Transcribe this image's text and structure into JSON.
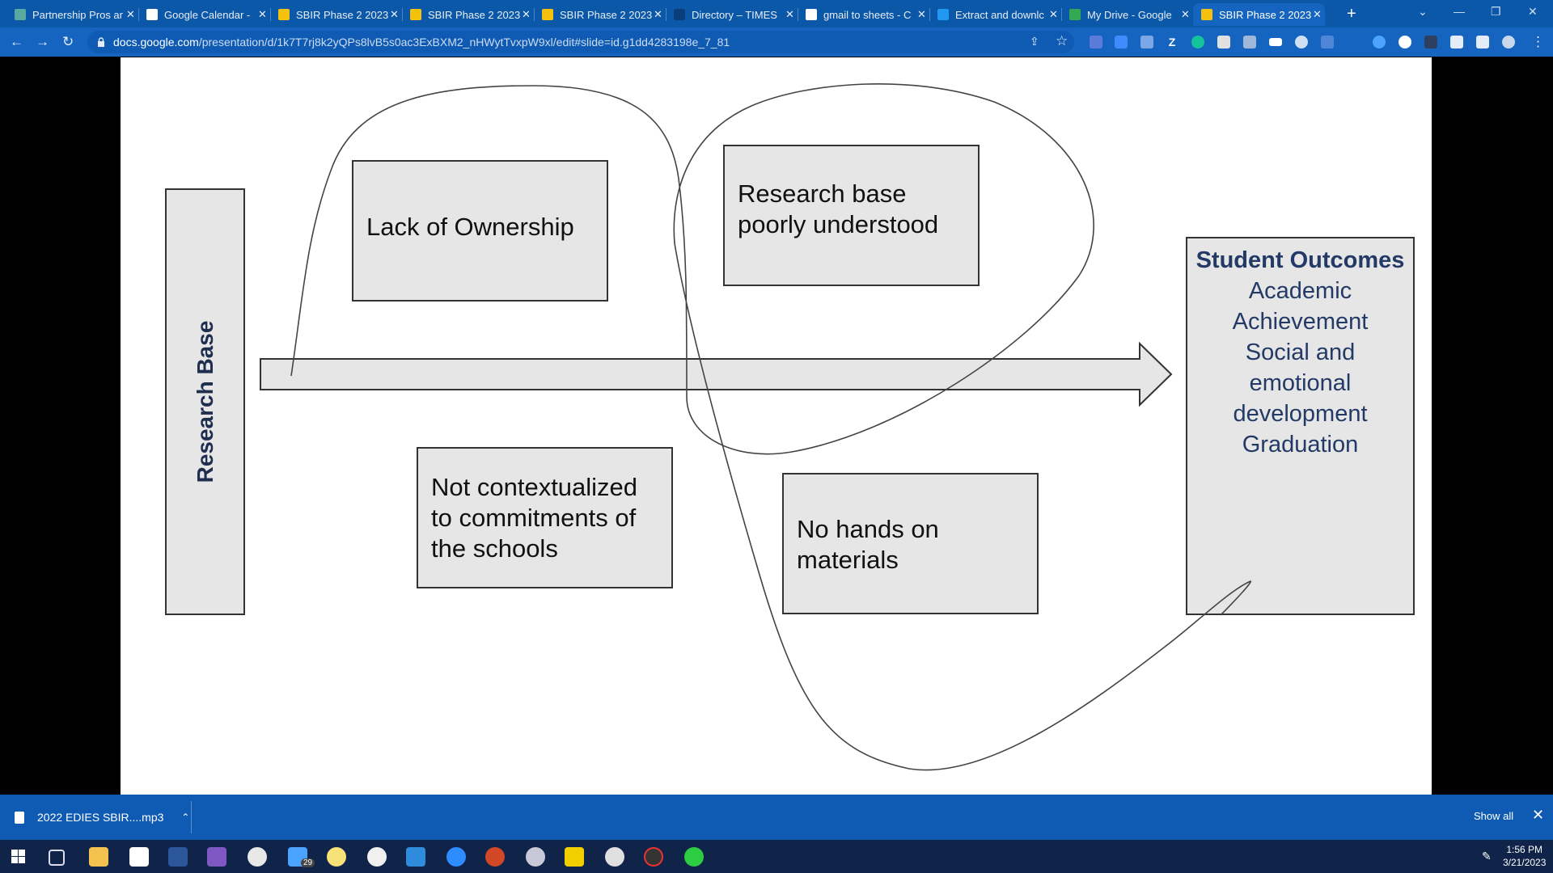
{
  "browser": {
    "tabs": [
      {
        "title": "Partnership Pros ar",
        "color": "#5aa9a0",
        "active": false
      },
      {
        "title": "Google Calendar -",
        "color": "#ffffff",
        "active": false
      },
      {
        "title": "SBIR Phase 2 2023",
        "color": "#f4c20d",
        "active": false
      },
      {
        "title": "SBIR Phase 2 2023",
        "color": "#f4c20d",
        "active": false
      },
      {
        "title": "SBIR Phase 2 2023",
        "color": "#f4c20d",
        "active": false
      },
      {
        "title": "Directory – TIMES",
        "color": "#0b3d7a",
        "active": false
      },
      {
        "title": "gmail to sheets - C",
        "color": "#ffffff",
        "active": false
      },
      {
        "title": "Extract and downlc",
        "color": "#2196f3",
        "active": false
      },
      {
        "title": "My Drive - Google",
        "color": "#34a853",
        "active": false
      },
      {
        "title": "SBIR Phase 2 2023",
        "color": "#f4c20d",
        "active": true
      }
    ],
    "new_tab": "+",
    "url_host": "docs.google.com",
    "url_path": "/presentation/d/1k7T7rj8k2yQPs8lvB5s0ac3ExBXM2_nHWytTvxpW9xl/edit#slide=id.g1dd4283198e_7_81"
  },
  "slide": {
    "research_base": "Research Base",
    "box1": "Lack of Ownership",
    "box2": "Research base poorly understood",
    "box3": "Not contextualized to commitments of the schools",
    "box4": "No hands on materials",
    "outcomes": {
      "title": "Student Outcomes",
      "lines": [
        "Academic",
        "Achievement",
        "Social and",
        "emotional",
        "development",
        "Graduation"
      ]
    }
  },
  "downloads": {
    "file": "2022 EDIES SBIR....mp3",
    "show_all": "Show all"
  },
  "taskbar": {
    "mail_badge": "29",
    "time": "1:56 PM",
    "date": "3/21/2023"
  },
  "colors": {
    "chrome_tabbar": "#0b57a8",
    "chrome_toolbar": "#1565c0",
    "taskbar": "#10244a",
    "box_fill": "#e6e6e6",
    "outcome_text": "#233a66"
  }
}
